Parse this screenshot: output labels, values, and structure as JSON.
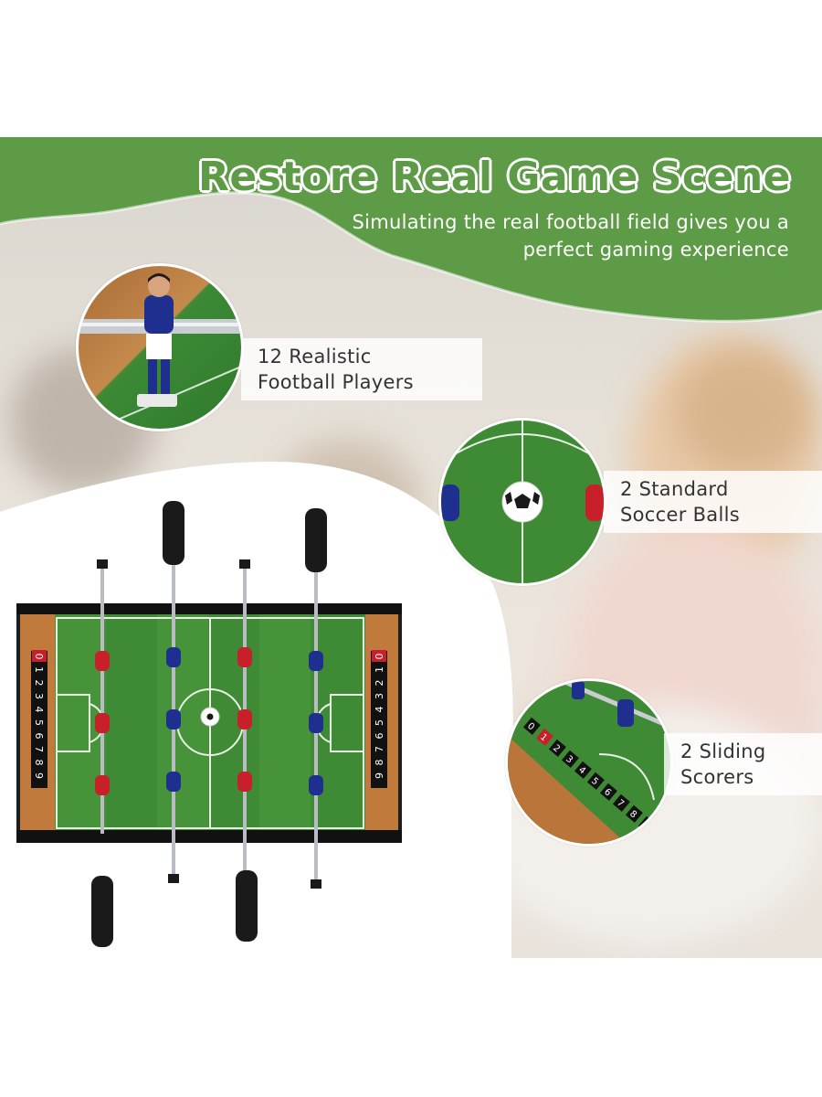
{
  "banner": {
    "title": "Restore Real Game Scene",
    "subtitle_line1": "Simulating the real football field gives you a",
    "subtitle_line2": "perfect gaming experience"
  },
  "features": [
    {
      "line1": "12 Realistic",
      "line2": "Football Players"
    },
    {
      "line1": "2 Standard",
      "line2": "Soccer Balls"
    },
    {
      "line1": "2 Sliding",
      "line2": "Scorers"
    }
  ],
  "scorer_digits": "0123456789",
  "colors": {
    "brand_green": "#5d9b47",
    "field_green": "#3f8a35",
    "wood": "#b9753a",
    "team_red": "#c8202a",
    "team_blue": "#1f2f8f"
  }
}
